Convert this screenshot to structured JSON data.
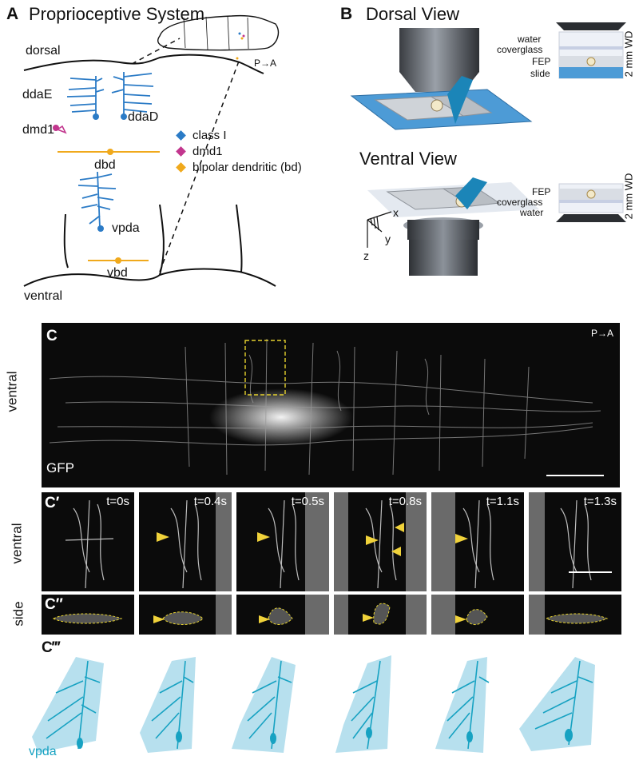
{
  "panel_a": {
    "letter": "A",
    "title": "Proprioceptive System",
    "labels": {
      "dorsal": "dorsal",
      "ventral": "ventral",
      "ddaE": "ddaE",
      "ddaD": "ddaD",
      "dmd1": "dmd1",
      "dbd": "dbd",
      "vpda": "vpda",
      "vbd": "vbd",
      "axis": "P→A"
    },
    "legend": [
      {
        "label": "class I",
        "color": "#2b7bc6"
      },
      {
        "label": "dmd1",
        "color": "#c2368e"
      },
      {
        "label": "bipolar dendritic (bd)",
        "color": "#f0a91c"
      }
    ]
  },
  "panel_b": {
    "letter": "B",
    "dorsal_title": "Dorsal View",
    "ventral_title": "Ventral View",
    "dorsal_stack": [
      "water",
      "coverglass",
      "FEP",
      "slide"
    ],
    "ventral_stack": [
      "FEP",
      "coverglass",
      "water"
    ],
    "wd": "2 mm WD",
    "axes": {
      "x": "x",
      "y": "y",
      "z": "z"
    }
  },
  "panel_c": {
    "letter": "C",
    "side_label": "ventral",
    "channel": "GFP",
    "axis": "P→A"
  },
  "panel_c_prime": {
    "letter": "C′",
    "row_label": "ventral",
    "times": [
      "t=0s",
      "t=0.4s",
      "t=0.5s",
      "t=0.8s",
      "t=1.1s",
      "t=1.3s"
    ]
  },
  "panel_c_dprime": {
    "letter": "C″",
    "row_label": "side"
  },
  "panel_c_tprime": {
    "letter": "C‴",
    "neuron": "vpda",
    "color": "#17a2c2"
  }
}
